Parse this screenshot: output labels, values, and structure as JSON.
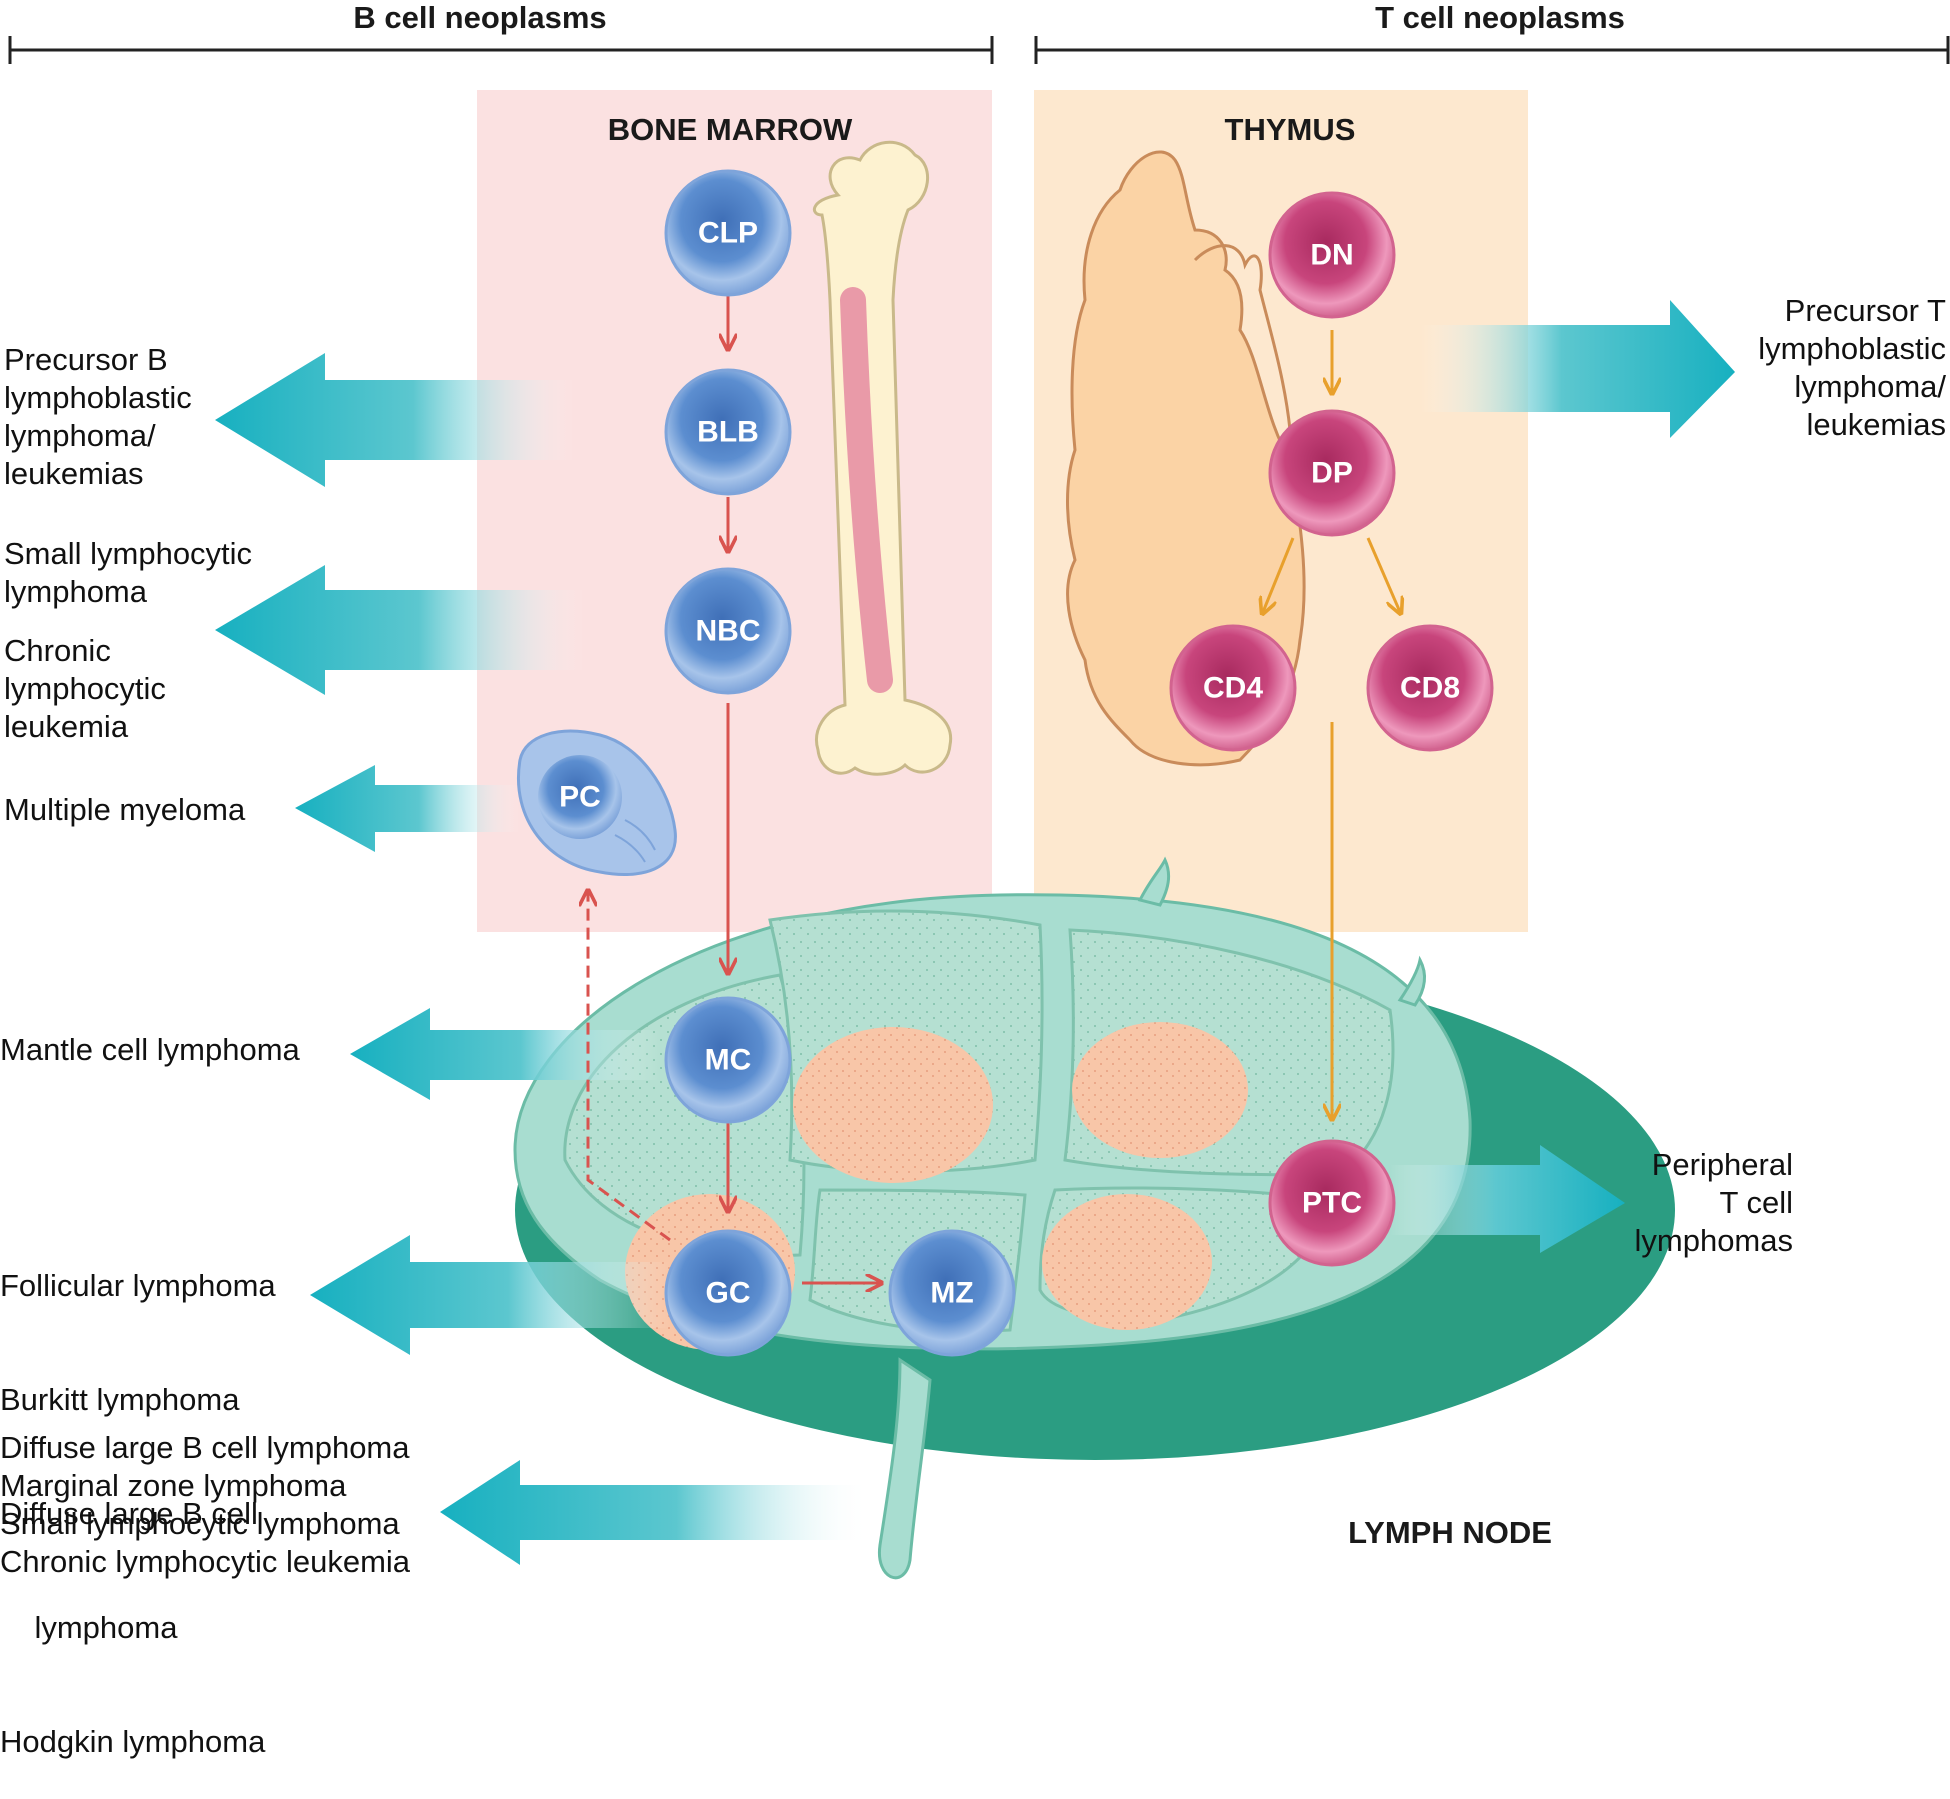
{
  "headers": {
    "b_cell": "B cell neoplasms",
    "t_cell": "T cell neoplasms"
  },
  "organs": {
    "bone_marrow": "BONE MARROW",
    "thymus": "THYMUS",
    "lymph_node": "LYMPH NODE"
  },
  "b_cells": {
    "clp": "CLP",
    "blb": "BLB",
    "nbc": "NBC",
    "pc": "PC",
    "mc": "MC",
    "gc": "GC",
    "mz": "MZ"
  },
  "t_cells": {
    "dn": "DN",
    "dp": "DP",
    "cd4": "CD4",
    "cd8": "CD8",
    "ptc": "PTC"
  },
  "left_labels": {
    "precursor_b": [
      "Precursor B",
      "lymphoblastic",
      "lymphoma/",
      "leukemias"
    ],
    "small_lymphocytic": [
      "Small lymphocytic",
      "lymphoma"
    ],
    "chronic_lymphocytic": [
      "Chronic",
      "lymphocytic",
      "leukemia"
    ],
    "multiple_myeloma": [
      "Multiple myeloma"
    ],
    "mantle_cell": [
      "Mantle cell lymphoma"
    ],
    "germinal_center": [
      "Follicular lymphoma",
      "Burkitt lymphoma",
      "Diffuse large B cell",
      "    lymphoma",
      "Hodgkin lymphoma"
    ],
    "marginal_zone": [
      "Diffuse large B cell lymphoma",
      "Marginal zone lymphoma",
      "Small lymphocytic lymphoma",
      "Chronic lymphocytic leukemia"
    ]
  },
  "right_labels": {
    "precursor_t": [
      "Precursor T",
      "lymphoblastic",
      "lymphoma/",
      "leukemias"
    ],
    "peripheral_t": [
      "Peripheral",
      "T cell",
      "lymphomas"
    ]
  },
  "colors": {
    "b_cell_blue": "#5f8fd0",
    "t_cell_pink": "#c23a72",
    "arrow_teal": "#1fb3c2",
    "bone_marrow_bg": "#fbe1e1",
    "thymus_bg": "#fde8cf",
    "lymph_node_green": "#a8ddd0",
    "follicle_peach": "#f7c4a6",
    "b_arrow_red": "#d9534f",
    "t_arrow_orange": "#e8a02c"
  }
}
